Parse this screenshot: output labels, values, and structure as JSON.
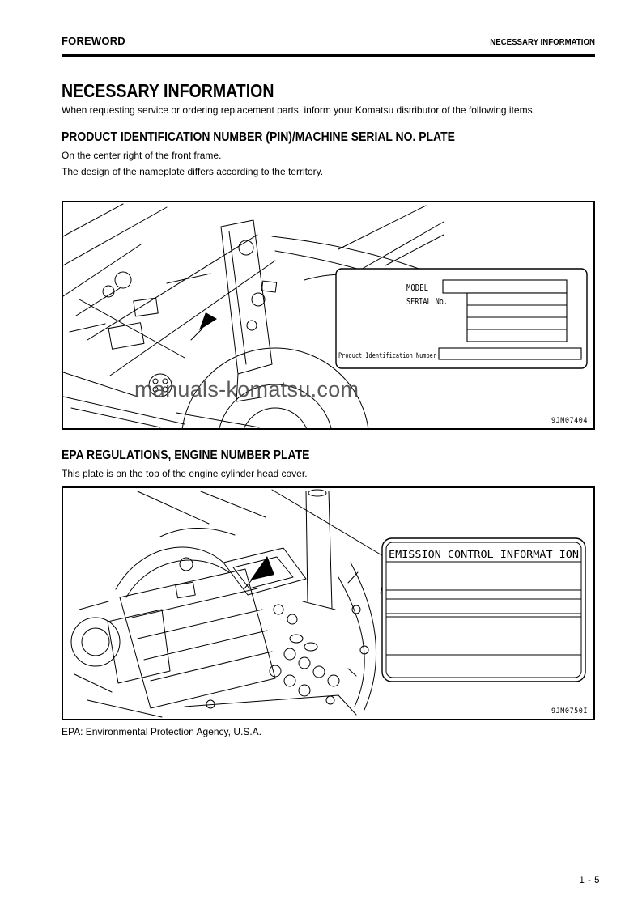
{
  "header": {
    "left": "FOREWORD",
    "right": "NECESSARY INFORMATION"
  },
  "title": "NECESSARY INFORMATION",
  "intro": "When requesting service or ordering replacement parts, inform your Komatsu distributor of the following items.",
  "pin_section": {
    "heading": "PRODUCT IDENTIFICATION NUMBER (PIN)/MACHINE SERIAL NO. PLATE",
    "line1": "On the center right of the front frame.",
    "line2": "The design of the nameplate differs according to the territory.",
    "figure_code": "9JM07404",
    "watermark": "manuals-komatsu.com",
    "plate": {
      "model_label": "MODEL",
      "serial_label": "SERIAL No.",
      "pin_label": "Product Identification Number"
    }
  },
  "epa_section": {
    "heading": "EPA REGULATIONS, ENGINE NUMBER PLATE",
    "line1": "This plate is on the top of the engine cylinder head cover.",
    "plate_title": "EMISSION CONTROL INFORMAT ION",
    "figure_code": "9JM0750I",
    "footnote": "EPA: Environmental Protection Agency, U.S.A."
  },
  "footer": {
    "page_number": "1 - 5"
  },
  "colors": {
    "ink": "#000000",
    "paper": "#ffffff",
    "watermark": "#454545"
  }
}
